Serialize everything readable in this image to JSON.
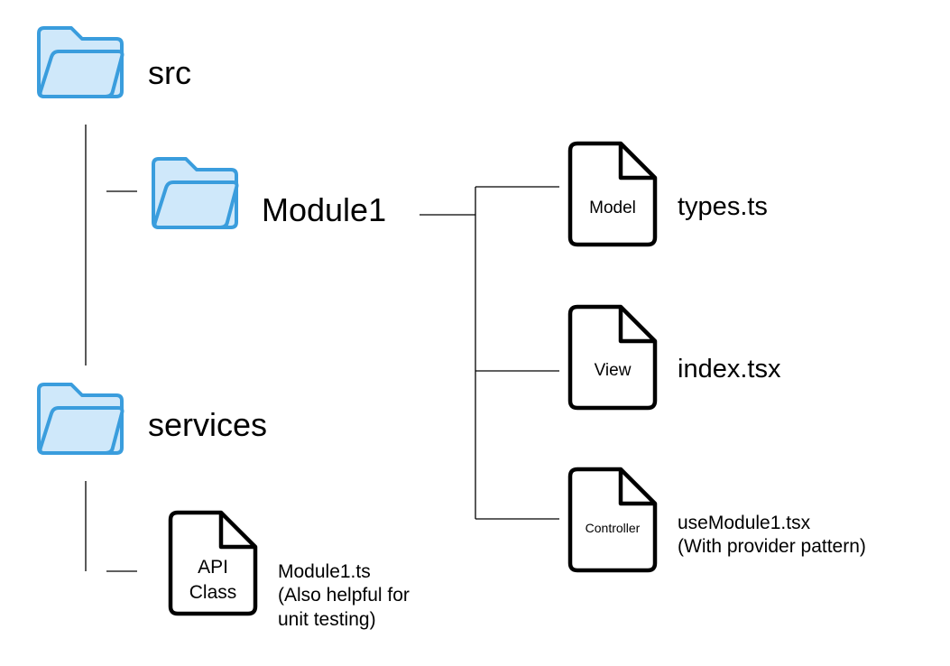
{
  "colors": {
    "folder_stroke": "#3A9DDD",
    "folder_fill": "#CFE8FA",
    "document_stroke": "#000000",
    "document_fill": "#FFFFFF",
    "line": "#000000"
  },
  "folders": {
    "src": {
      "label": "src",
      "icon": "folder-icon"
    },
    "module1": {
      "label": "Module1",
      "icon": "folder-icon"
    },
    "services": {
      "label": "services",
      "icon": "folder-icon"
    }
  },
  "files": {
    "model": {
      "icon_label": "Model",
      "filename": "types.ts",
      "icon": "document-icon"
    },
    "view": {
      "icon_label": "View",
      "filename": "index.tsx",
      "icon": "document-icon"
    },
    "controller": {
      "icon_label": "Controller",
      "filename_line1": "useModule1.tsx",
      "filename_line2": "(With provider pattern)",
      "icon": "document-icon"
    },
    "api": {
      "icon_label_line1": "API",
      "icon_label_line2": "Class",
      "filename_line1": "Module1.ts",
      "filename_line2": "(Also helpful for",
      "filename_line3": "unit testing)",
      "icon": "document-icon"
    }
  }
}
